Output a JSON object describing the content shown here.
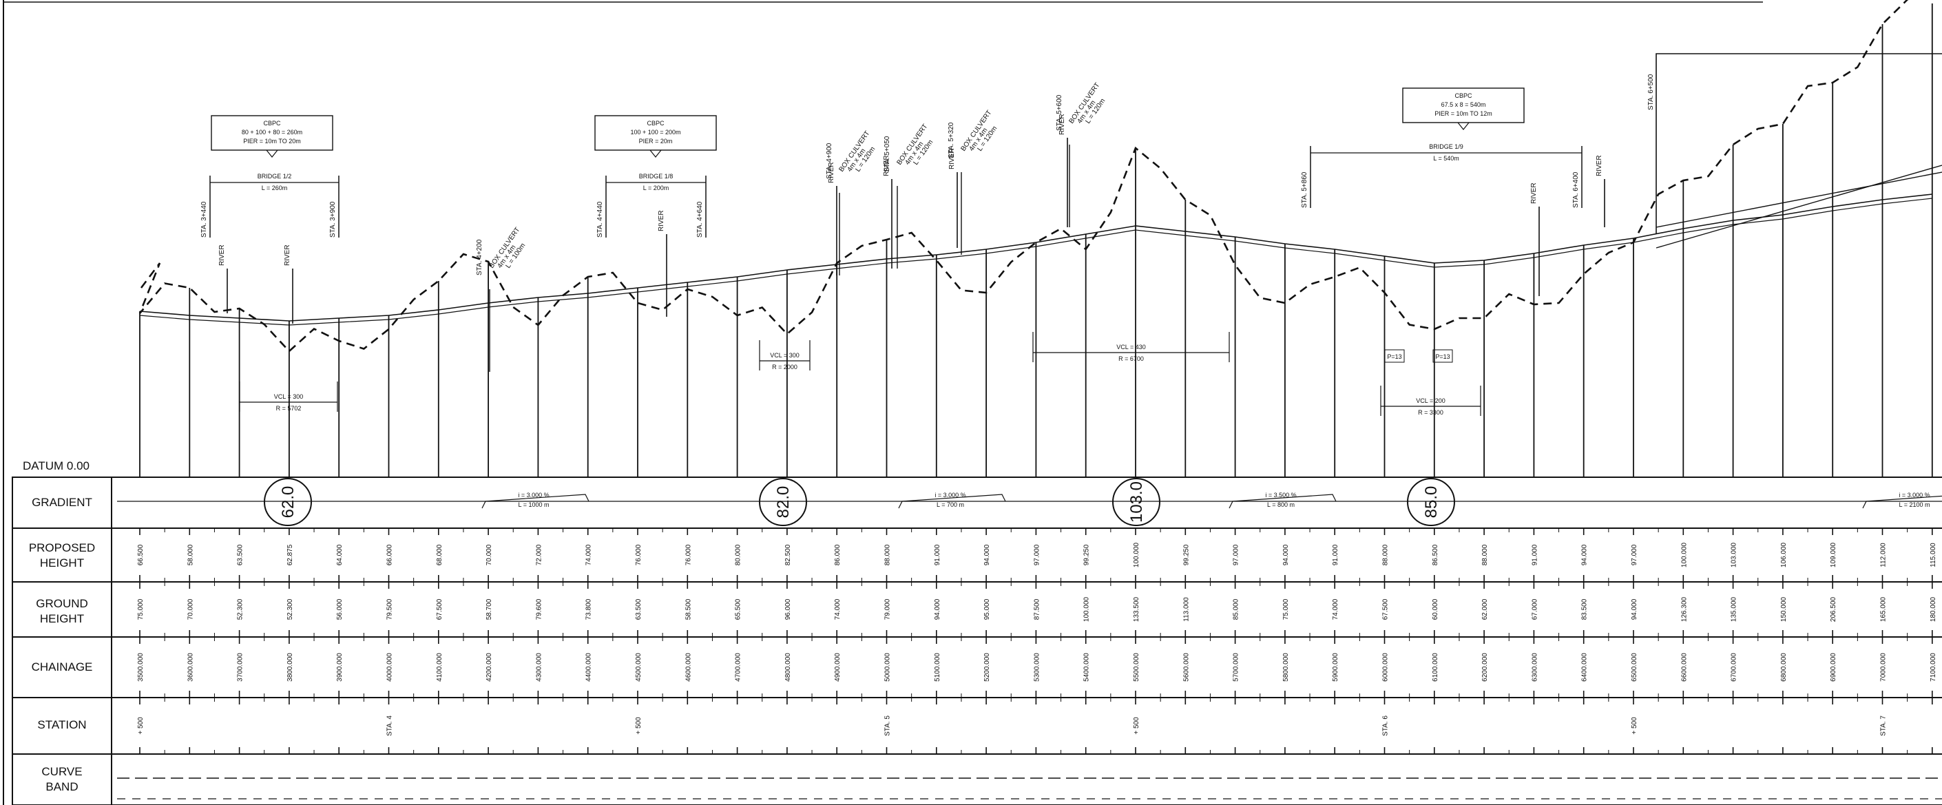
{
  "datum_label": "DATUM 0.00",
  "bands": {
    "gradient": "GRADIENT",
    "proposed_height_1": "PROPOSED",
    "proposed_height_2": "HEIGHT",
    "ground_height_1": "GROUND",
    "ground_height_2": "HEIGHT",
    "chainage": "CHAINAGE",
    "station": "STATION",
    "curve_band_1": "CURVE",
    "curve_band_2": "BAND"
  },
  "vpi_labels": [
    "62.0",
    "82.0",
    "103.0",
    "85.0"
  ],
  "gradient_notes": [
    [
      "i = 3.000 %",
      "L = 1000 m"
    ],
    [
      "i = 3.000 %",
      "L = 700 m"
    ],
    [
      "i = 3.500 %",
      "L = 800 m"
    ],
    [
      "i = 3.000 %",
      "L = 2100 m"
    ]
  ],
  "curves": [
    [
      "VCL = 300",
      "R = 5702"
    ],
    [
      "VCL = 300",
      "R = 2000"
    ],
    [
      "VCL = 430",
      "R = 6700"
    ],
    [
      "VCL = 200",
      "R = 3300"
    ]
  ],
  "bridges": [
    {
      "box": [
        "CBPC",
        "80 + 100 + 80 = 260m",
        "PIER = 10m TO 20m"
      ],
      "name": "BRIDGE 1/2",
      "length": "L = 260m",
      "sta_left": "STA. 3+440",
      "sta_right": "STA. 3+900"
    },
    {
      "box": [
        "CBPC",
        "100 + 100 = 200m",
        "PIER = 20m"
      ],
      "name": "BRIDGE 1/8",
      "length": "L = 200m",
      "sta_left": "STA. 4+440",
      "sta_right": "STA. 4+640"
    },
    {
      "box": [
        "CBPC",
        "67.5 x 8 = 540m",
        "PIER = 10m TO 12m"
      ],
      "name": "BRIDGE 1/9",
      "length": "L = 540m",
      "sta_left": "STA. 5+860",
      "sta_right": "STA. 6+400"
    }
  ],
  "culverts": [
    {
      "sta": "STA. 4+200",
      "lines": [
        "BOX CULVERT",
        "4m x 4m",
        "L = 100m"
      ]
    },
    {
      "sta": "STA. 4+900",
      "lines": [
        "BOX CULVERT",
        "4m x 4m",
        "L = 120m"
      ]
    },
    {
      "sta": "STA. 5+050",
      "lines": [
        "BOX CULVERT",
        "4m x 4m",
        "L = 120m"
      ]
    },
    {
      "sta": "STA. 5+320",
      "lines": [
        "BOX CULVERT",
        "4m x 4m",
        "L = 120m"
      ]
    },
    {
      "sta": "STA. 5+600",
      "lines": [
        "BOX CULVERT",
        "4m x 4m",
        "L = 120m"
      ]
    }
  ],
  "river_label": "RIVER",
  "sta_far_right": "STA. 6+500",
  "pier_note": "P=13",
  "proposed_heights": [
    "66.500",
    "58.000",
    "63.500",
    "62.875",
    "64.000",
    "66.000",
    "68.000",
    "70.000",
    "72.000",
    "74.000",
    "76.000",
    "76.000",
    "80.000",
    "82.500",
    "86.000",
    "88.000",
    "91.000",
    "94.000",
    "97.000",
    "99.250",
    "100.000",
    "99.250",
    "97.000",
    "94.000",
    "91.000",
    "88.000",
    "86.500",
    "88.000",
    "91.000",
    "94.000",
    "97.000",
    "100.000",
    "103.000",
    "106.000",
    "109.000",
    "112.000",
    "115.000"
  ],
  "ground_heights": [
    "75.000",
    "70.000",
    "52.300",
    "52.300",
    "56.000",
    "79.500",
    "67.500",
    "58.700",
    "79.600",
    "73.800",
    "63.500",
    "58.500",
    "65.500",
    "96.000",
    "74.000",
    "79.000",
    "94.000",
    "95.000",
    "87.500",
    "100.000",
    "133.500",
    "113.000",
    "85.000",
    "75.000",
    "74.000",
    "67.500",
    "60.000",
    "62.000",
    "67.000",
    "83.500",
    "94.000",
    "126.300",
    "135.000",
    "150.000",
    "206.500",
    "165.000",
    "180.000"
  ],
  "chainages": [
    "3500.000",
    "3600.000",
    "3700.000",
    "3800.000",
    "3900.000",
    "4000.000",
    "4100.000",
    "4200.000",
    "4300.000",
    "4400.000",
    "4500.000",
    "4600.000",
    "4700.000",
    "4800.000",
    "4900.000",
    "5000.000",
    "5100.000",
    "5200.000",
    "5300.000",
    "5400.000",
    "5500.000",
    "5600.000",
    "5700.000",
    "5800.000",
    "5900.000",
    "6000.000",
    "6100.000",
    "6200.000",
    "6300.000",
    "6400.000",
    "6500.000",
    "6600.000",
    "6700.000",
    "6800.000",
    "6900.000",
    "7000.000",
    "7100.000"
  ],
  "stations": [
    "+ 500",
    "",
    "",
    "",
    "",
    "STA. 4",
    "",
    "",
    "",
    "",
    "+ 500",
    "",
    "",
    "",
    "",
    "STA. 5",
    "",
    "",
    "",
    "",
    "+ 500",
    "",
    "",
    "",
    "",
    "STA. 6",
    "",
    "",
    "",
    "",
    "+ 500",
    "",
    "",
    "",
    "",
    "STA. 7",
    ""
  ]
}
